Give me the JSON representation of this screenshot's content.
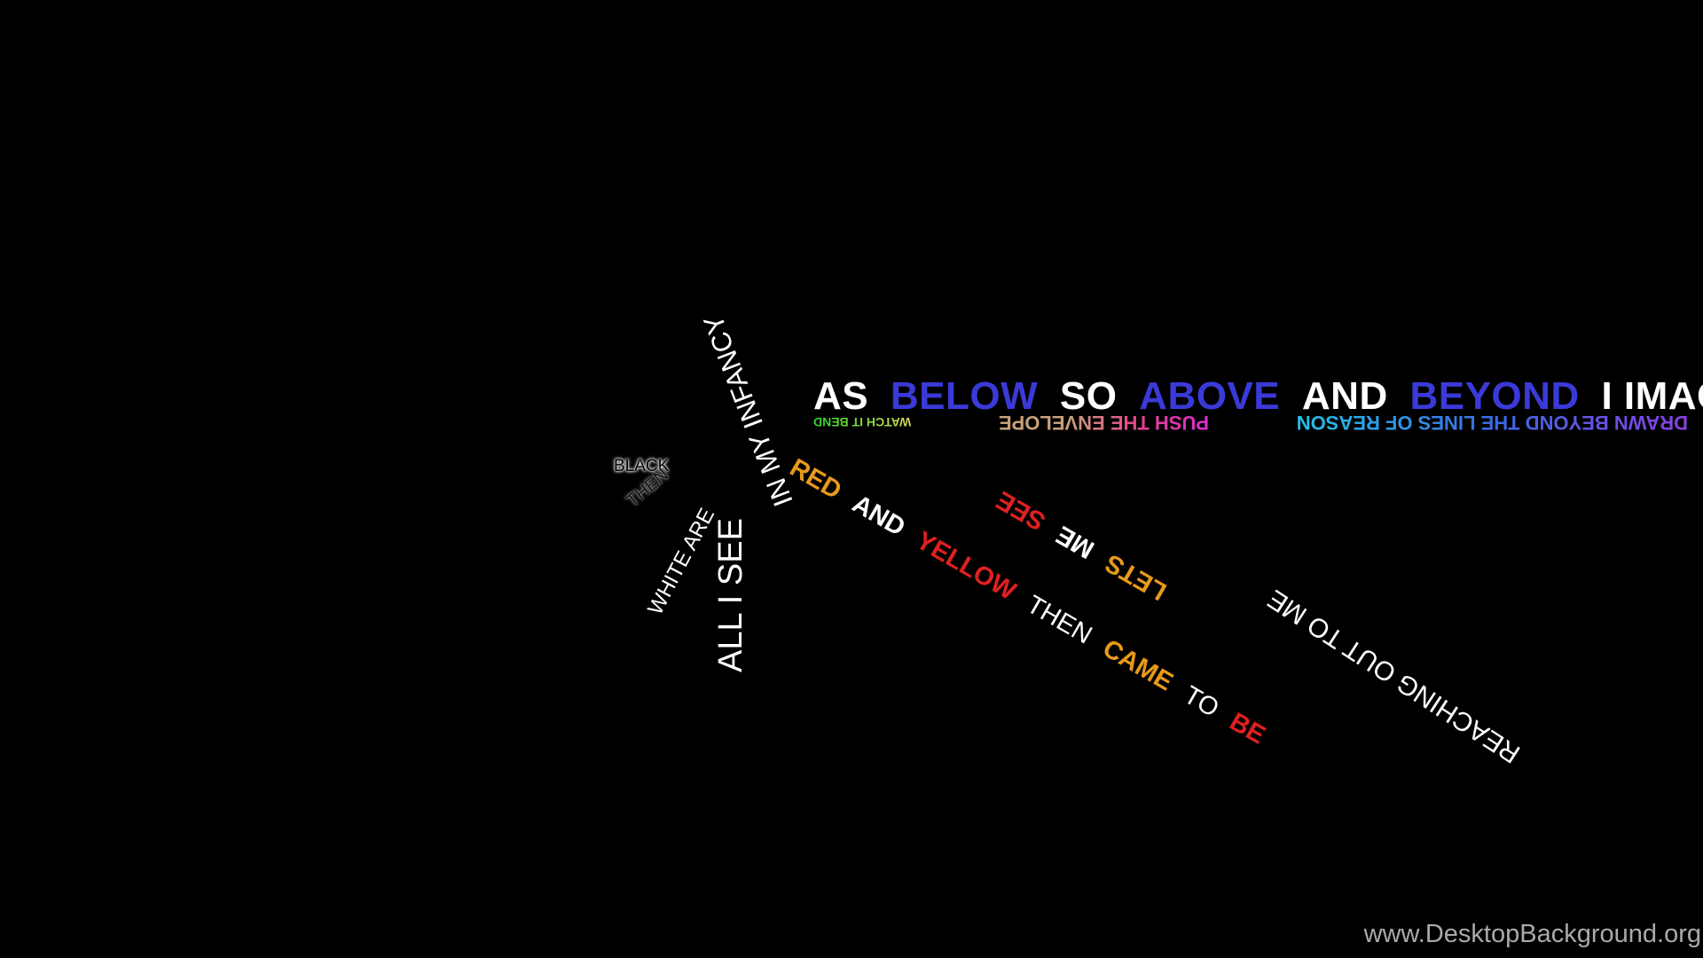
{
  "colors": {
    "background": "#000000",
    "white": "#ffffff",
    "blue": "#3a3ad8",
    "red": "#e02020",
    "orange": "#e89a1a",
    "magenta": "#d22fd0",
    "pink": "#e8408e",
    "tan": "#c8a07a",
    "purple": "#8a40e0",
    "cyan": "#22c4e8",
    "green": "#2ad42a",
    "yellow": "#d8d850"
  },
  "headline": {
    "w1": "AS",
    "w2": "BELOW",
    "w3": "SO",
    "w4": "ABOVE",
    "w5": "AND",
    "w6": "BEYOND",
    "w7": "I IMAGINE"
  },
  "mirror": {
    "w1": "DRAWN BEYOND THE LINES OF REASON",
    "w2": "PUSH THE ENVELOPE",
    "w3": "WATCH IT BEND"
  },
  "spokes": {
    "black": "BLACK",
    "then": "THEN",
    "white_are": "WHITE ARE",
    "all_i_see": "ALL I SEE",
    "infancy": "IN MY INFANCY"
  },
  "red_line": {
    "w1": "RED",
    "w2": "AND",
    "w3": "YELLOW",
    "w4": "THEN",
    "w5": "CAME",
    "w6": "TO",
    "w7": "BE"
  },
  "lets_line": {
    "w1": "LETS",
    "w2": "ME",
    "w3": "SEE"
  },
  "reaching_line": {
    "text": "REACHING OUT TO ME"
  },
  "watermark": "www.DesktopBackground.org"
}
